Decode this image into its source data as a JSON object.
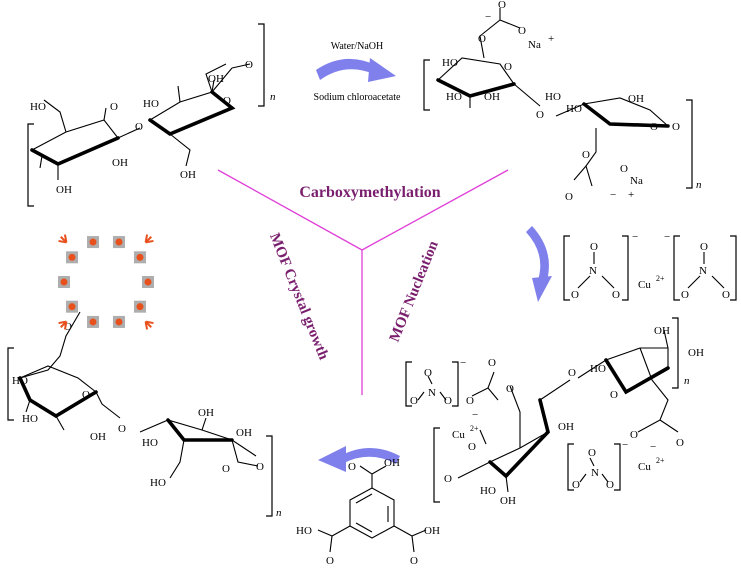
{
  "center_labels": {
    "carboxymethylation": "Carboxymethylation",
    "mof_crystal_growth": "MOF Crystal growth",
    "mof_nucleation": "MOF Nucleation"
  },
  "reagents": {
    "water_naoh": "Water/NaOH",
    "sodium_chloroacetate": "Sodium chloroacetate"
  },
  "atoms": {
    "oh": "OH",
    "ho": "HO",
    "o": "O",
    "n": "N",
    "na": "Na",
    "cu": "Cu",
    "cu_charge": "2+",
    "repeat_n": "n",
    "plus": "+",
    "minus": "−"
  },
  "colors": {
    "arrow": "#8080ec",
    "divider": "#e040d8",
    "label": "#7a1f6e",
    "mof_red": "#e8501c",
    "mof_grey": "#9a9a9a"
  }
}
